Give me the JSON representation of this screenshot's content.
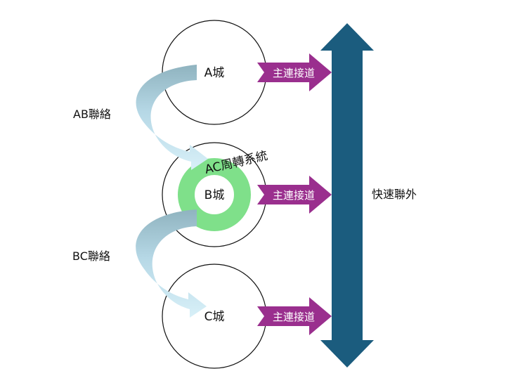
{
  "cities": {
    "a": "A城",
    "b": "B城",
    "c": "C城"
  },
  "links": {
    "ab": "AB聯絡",
    "bc": "BC聯絡"
  },
  "ring": {
    "label": "AC周轉系統"
  },
  "main_roads": {
    "a": "主連接道",
    "b": "主連接道",
    "c": "主連接道"
  },
  "express": {
    "label": "快速聯外"
  },
  "colors": {
    "ring": "#7fe08a",
    "main_road_arrow": "#9a2f8e",
    "express_arrow": "#1b5c7e",
    "curve_arrow_light": "#cde9f3",
    "curve_arrow_dark": "#8fb3bf"
  }
}
